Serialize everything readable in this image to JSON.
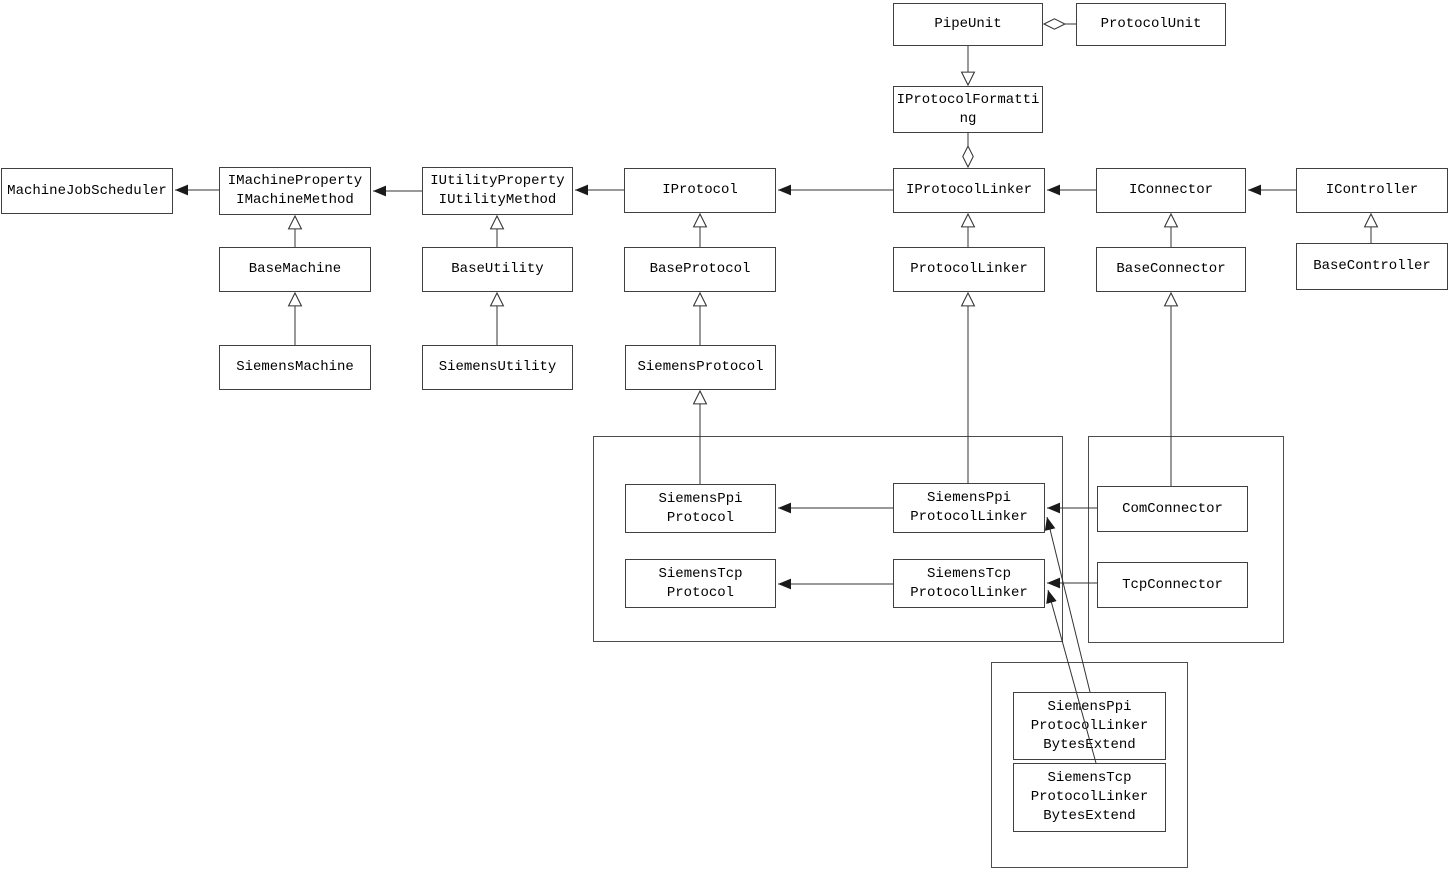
{
  "diagram": {
    "kind": "uml-class-diagram",
    "background_color": "#ffffff",
    "line_color": "#333333",
    "nodes": {
      "pipe_unit": {
        "label": "PipeUnit"
      },
      "protocol_unit": {
        "label": "ProtocolUnit"
      },
      "iprotocol_formatting": {
        "label": "IProtocolFormatti\nng"
      },
      "machine_job_scheduler": {
        "label": "MachineJobScheduler"
      },
      "imachine_property": {
        "label": "IMachineProperty\nIMachineMethod"
      },
      "iutility_property": {
        "label": "IUtilityProperty\nIUtilityMethod"
      },
      "iprotocol": {
        "label": "IProtocol"
      },
      "iprotocol_linker": {
        "label": "IProtocolLinker"
      },
      "iconnector": {
        "label": "IConnector"
      },
      "icontroller": {
        "label": "IController"
      },
      "base_machine": {
        "label": "BaseMachine"
      },
      "base_utility": {
        "label": "BaseUtility"
      },
      "base_protocol": {
        "label": "BaseProtocol"
      },
      "protocol_linker": {
        "label": "ProtocolLinker"
      },
      "base_connector": {
        "label": "BaseConnector"
      },
      "base_controller": {
        "label": "BaseController"
      },
      "siemens_machine": {
        "label": "SiemensMachine"
      },
      "siemens_utility": {
        "label": "SiemensUtility"
      },
      "siemens_protocol": {
        "label": "SiemensProtocol"
      },
      "siemens_ppi_protocol": {
        "label": "SiemensPpi\nProtocol"
      },
      "siemens_tcp_protocol": {
        "label": "SiemensTcp\nProtocol"
      },
      "siemens_ppi_protocol_linker": {
        "label": "SiemensPpi\nProtocolLinker"
      },
      "siemens_tcp_protocol_linker": {
        "label": "SiemensTcp\nProtocolLinker"
      },
      "com_connector": {
        "label": "ComConnector"
      },
      "tcp_connector": {
        "label": "TcpConnector"
      },
      "siemens_ppi_protocol_linker_bytes_extend": {
        "label": "SiemensPpi\nProtocolLinker\nBytesExtend"
      },
      "siemens_tcp_protocol_linker_bytes_extend": {
        "label": "SiemensTcp\nProtocolLinker\nBytesExtend"
      }
    },
    "edges": [
      {
        "from": "PipeUnit",
        "to": "IProtocolFormatting",
        "type": "generalization"
      },
      {
        "from": "IProtocolFormatting",
        "to": "IProtocolLinker",
        "type": "aggregation-diamond-at-IProtocolLinker"
      },
      {
        "from": "ProtocolUnit",
        "to": "PipeUnit",
        "type": "aggregation-diamond-at-PipeUnit"
      },
      {
        "from": "IMachineProperty/IMachineMethod",
        "to": "MachineJobScheduler",
        "type": "directed-association"
      },
      {
        "from": "IUtilityProperty/IUtilityMethod",
        "to": "IMachineProperty/IMachineMethod",
        "type": "directed-association"
      },
      {
        "from": "IProtocol",
        "to": "IUtilityProperty/IUtilityMethod",
        "type": "directed-association"
      },
      {
        "from": "IProtocolLinker",
        "to": "IProtocol",
        "type": "directed-association"
      },
      {
        "from": "IConnector",
        "to": "IProtocolLinker",
        "type": "directed-association"
      },
      {
        "from": "IController",
        "to": "IConnector",
        "type": "directed-association"
      },
      {
        "from": "BaseMachine",
        "to": "IMachineProperty/IMachineMethod",
        "type": "generalization"
      },
      {
        "from": "BaseUtility",
        "to": "IUtilityProperty/IUtilityMethod",
        "type": "generalization"
      },
      {
        "from": "BaseProtocol",
        "to": "IProtocol",
        "type": "generalization"
      },
      {
        "from": "ProtocolLinker",
        "to": "IProtocolLinker",
        "type": "generalization"
      },
      {
        "from": "BaseConnector",
        "to": "IConnector",
        "type": "generalization"
      },
      {
        "from": "BaseController",
        "to": "IController",
        "type": "generalization"
      },
      {
        "from": "SiemensMachine",
        "to": "BaseMachine",
        "type": "generalization"
      },
      {
        "from": "SiemensUtility",
        "to": "BaseUtility",
        "type": "generalization"
      },
      {
        "from": "SiemensProtocol",
        "to": "BaseProtocol",
        "type": "generalization"
      },
      {
        "from": "SiemensPpiProtocol",
        "to": "SiemensProtocol",
        "type": "generalization"
      },
      {
        "from": "SiemensPpiProtocolLinker",
        "to": "ProtocolLinker",
        "type": "generalization"
      },
      {
        "from": "ComConnector",
        "to": "BaseConnector",
        "type": "generalization"
      },
      {
        "from": "SiemensPpiProtocolLinker",
        "to": "SiemensPpiProtocol",
        "type": "directed-association"
      },
      {
        "from": "SiemensTcpProtocolLinker",
        "to": "SiemensTcpProtocol",
        "type": "directed-association"
      },
      {
        "from": "ComConnector",
        "to": "SiemensPpiProtocolLinker",
        "type": "directed-association"
      },
      {
        "from": "TcpConnector",
        "to": "SiemensTcpProtocolLinker",
        "type": "directed-association"
      },
      {
        "from": "SiemensPpiProtocolLinkerBytesExtend",
        "to": "SiemensPpiProtocolLinker",
        "type": "directed-association"
      },
      {
        "from": "SiemensTcpProtocolLinkerBytesExtend",
        "to": "SiemensTcpProtocolLinker",
        "type": "directed-association"
      }
    ]
  }
}
